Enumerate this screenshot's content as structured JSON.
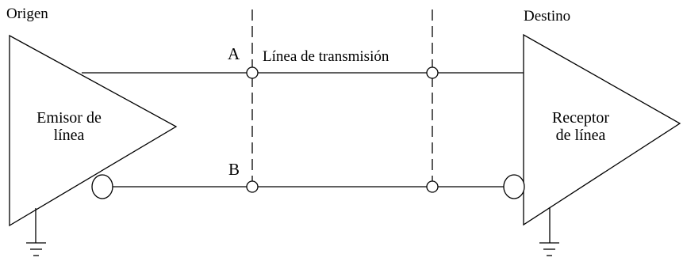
{
  "labels": {
    "origen": "Origen",
    "destino": "Destino",
    "emisor": [
      "Emisor de",
      "línea"
    ],
    "receptor": [
      "Receptor",
      "de línea"
    ],
    "line_a": "A",
    "line_b": "B",
    "linea_transmision": "Línea de transmisión"
  }
}
